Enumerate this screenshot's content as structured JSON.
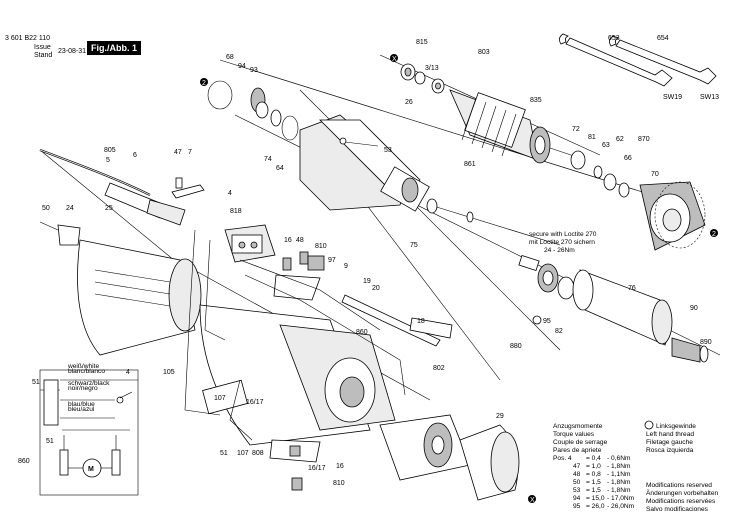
{
  "header": {
    "part_number": "3 601 B22 110",
    "issue_label": "Issue",
    "stand_label": "Stand",
    "date": "23-08-31",
    "figure": "Fig./Abb. 1"
  },
  "callouts": {
    "c815": "815",
    "c803": "803",
    "c653": "653",
    "c654": "654",
    "c68": "68",
    "c94": "94",
    "c93": "93",
    "c313": "3/13",
    "c26": "26",
    "c835": "835",
    "sw19": "SW19",
    "sw13": "SW13",
    "c2a": "2",
    "c2b": "2",
    "cxa": "X",
    "cxb": "X",
    "c72": "72",
    "c81": "81",
    "c63": "63",
    "c62": "62",
    "c66": "66",
    "c870": "870",
    "c70": "70",
    "c805": "805",
    "c5": "5",
    "c6": "6",
    "c47": "47",
    "c7": "7",
    "c74": "74",
    "c64": "64",
    "c53": "53",
    "c861": "861",
    "c50": "50",
    "c24": "24",
    "c25": "25",
    "c4a": "4",
    "c818": "818",
    "c1668": "16",
    "c48": "48",
    "c810a": "810",
    "c97": "97",
    "c9": "9",
    "c75": "75",
    "c19": "19",
    "c20": "20",
    "c76": "76",
    "c90": "90",
    "c890": "890",
    "c18": "18",
    "c860a": "860",
    "c95": "95",
    "c82": "82",
    "c880": "880",
    "c802": "802",
    "c107a": "107",
    "c105": "105",
    "c1617a": "16/17",
    "c51a": "51",
    "c4b": "4",
    "c51b": "51",
    "c860b": "860",
    "c29": "29",
    "c51c": "51",
    "c107b": "107",
    "c808": "808",
    "c1617b": "16/17",
    "c16b": "16",
    "c810b": "810",
    "motor": "M"
  },
  "torque_note": {
    "line1": "secure with Loctite 270",
    "line2": "mit Loctite 270 sichern",
    "line3": "24 - 26Nm"
  },
  "wire_colors": {
    "white": "weiß/white",
    "white2": "blanc/blanco",
    "black": "schwarz/black",
    "black2": "noir/negro",
    "blue": "blau/blue",
    "blue2": "bleu/azul"
  },
  "legend_torque": {
    "title1": "Anzugsmomente",
    "title2": "Torque values",
    "title3": "Couple de serrage",
    "title4": "Pares de apriete",
    "rows": [
      {
        "pos": "Pos.  4",
        "v1": "= 0,4",
        "v2": "-  0,6Nm"
      },
      {
        "pos": "47",
        "v1": "= 1,0",
        "v2": "-  1,8Nm"
      },
      {
        "pos": "48",
        "v1": "= 0,8",
        "v2": "-  1,1Nm"
      },
      {
        "pos": "50",
        "v1": "= 1,5",
        "v2": "-  1,8Nm"
      },
      {
        "pos": "53",
        "v1": "= 1,5",
        "v2": "-  1,8Nm"
      },
      {
        "pos": "94",
        "v1": "= 15,0",
        "v2": "- 17,0Nm"
      },
      {
        "pos": "95",
        "v1": "= 26,0",
        "v2": "- 26,0Nm"
      }
    ]
  },
  "legend_thread": {
    "l1": "Linksgewinde",
    "l2": "Left hand thread",
    "l3": "Filetage gauche",
    "l4": "Rosca izquierda"
  },
  "legend_mod": {
    "l1": "Modifications reserved",
    "l2": "Änderungen vorbehalten",
    "l3": "Modifications reservées",
    "l4": "Salvo modificaciones"
  }
}
